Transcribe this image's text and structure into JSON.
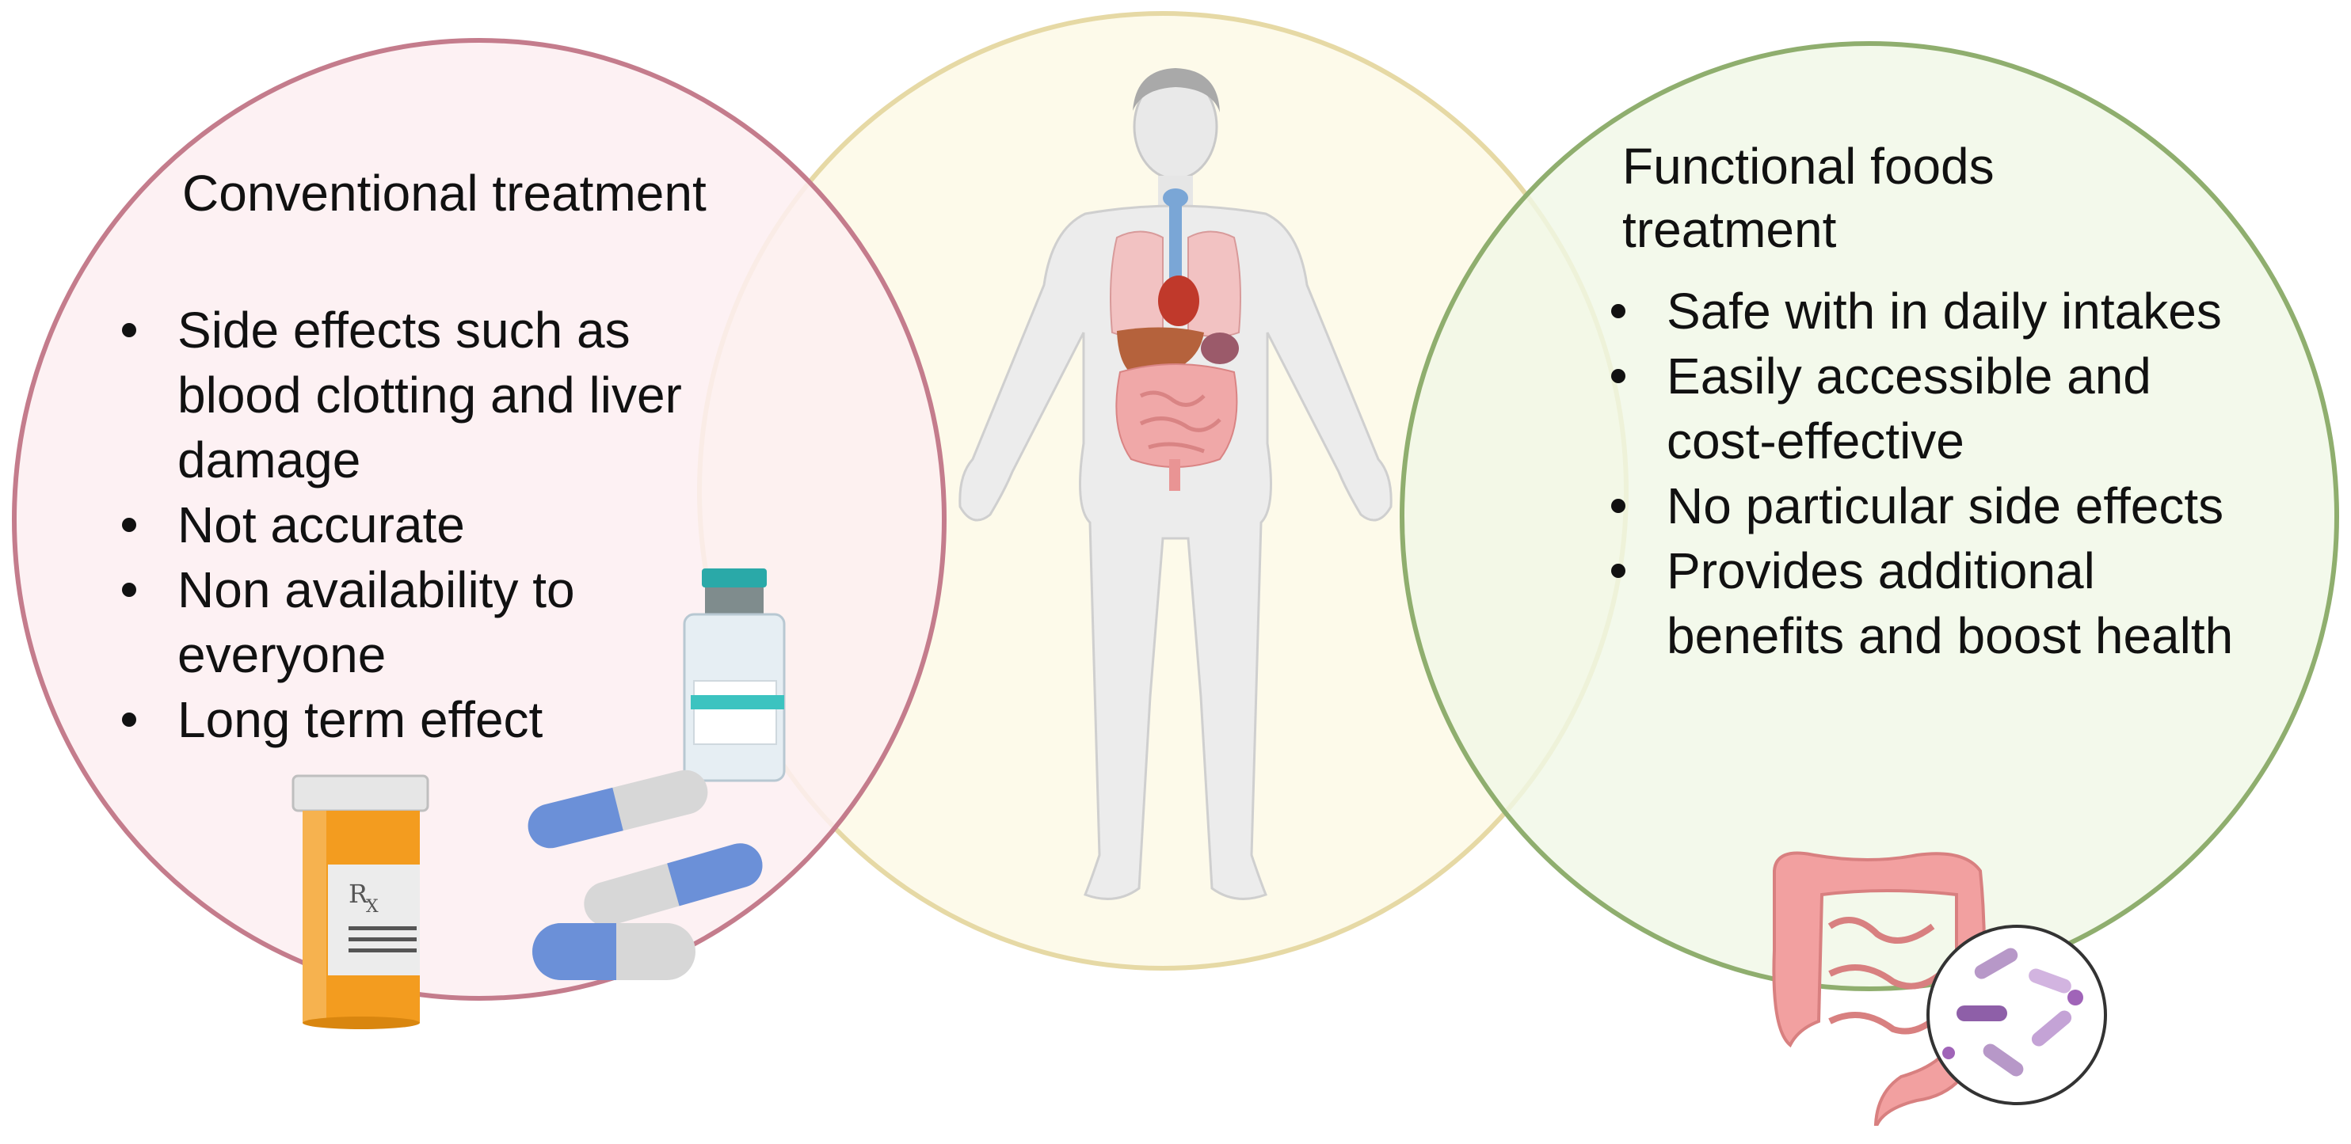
{
  "left_panel": {
    "heading": "Conventional treatment",
    "items": [
      "Side effects such as blood clotting and liver damage",
      "Not accurate",
      "Non availability to everyone",
      "Long term effect"
    ],
    "colors": {
      "fill": "#fdeef1",
      "stroke": "#c47c8c"
    }
  },
  "center_panel": {
    "colors": {
      "fill": "#fdfaea",
      "stroke": "#e6d9a5"
    }
  },
  "right_panel": {
    "heading": "Functional foods treatment",
    "items": [
      "Safe with in daily intakes",
      "Easily accessible and cost-effective",
      "No particular side effects",
      "Provides additional benefits and boost health"
    ],
    "colors": {
      "fill": "#f0f8e6",
      "stroke": "#8fae6e"
    }
  },
  "rx_label": "R",
  "rx_sub": "X",
  "icons": [
    "human-body-icon",
    "pill-bottle-icon",
    "vial-icon",
    "capsule-icon",
    "intestine-icon",
    "bacteria-icon"
  ]
}
